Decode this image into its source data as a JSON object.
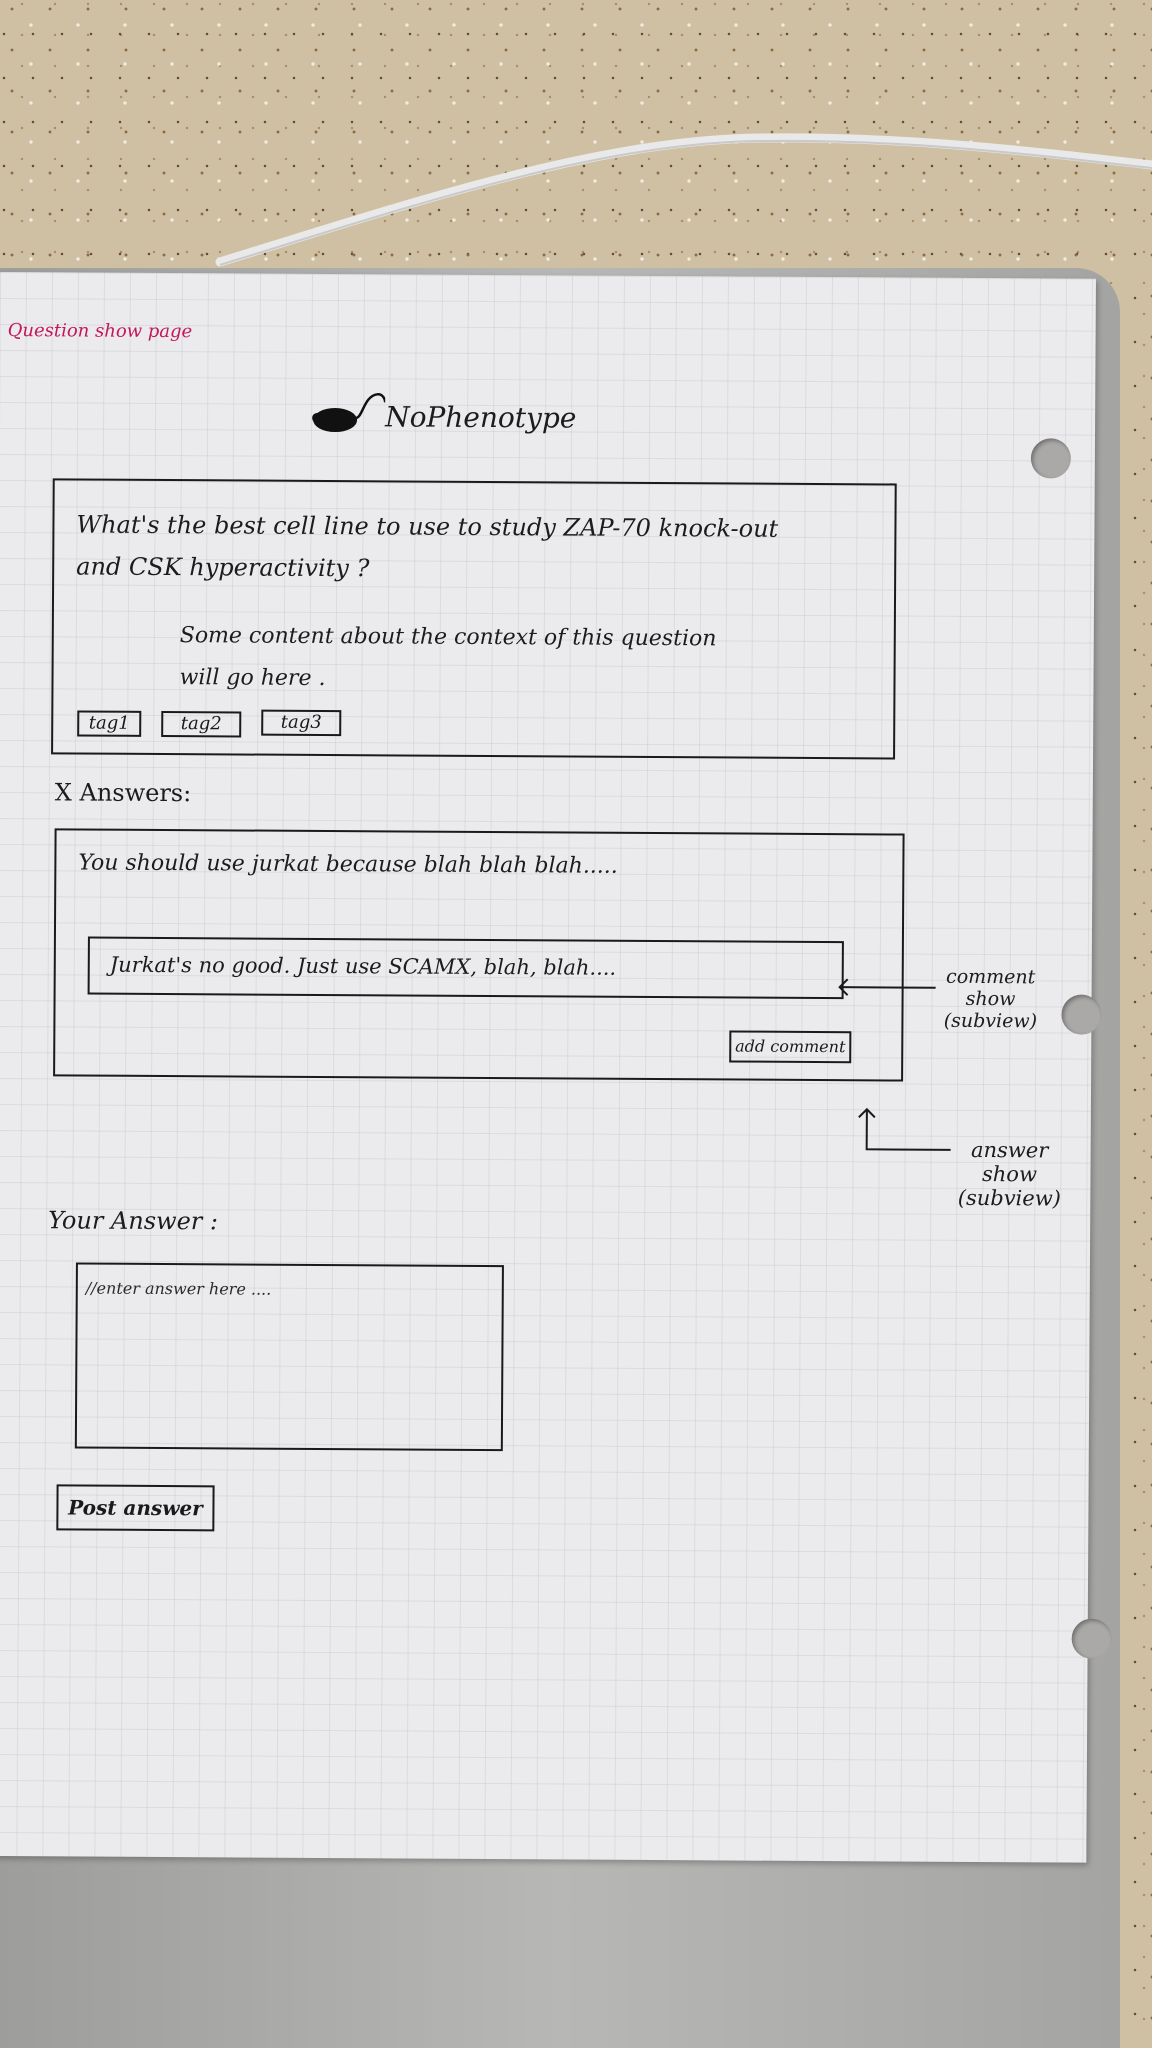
{
  "page_label": "Question show page",
  "brand": {
    "name": "NoPhenotype",
    "logo_icon": "mouse-icon"
  },
  "question": {
    "title_line1": "What's the best cell line to use to study ZAP-70 knock-out",
    "title_line2": "and CSK hyperactivity ?",
    "body_line1": "Some content about the context of this question",
    "body_line2": "will go here .",
    "tags": [
      "tag1",
      "tag2",
      "tag3"
    ]
  },
  "answers": {
    "heading": "X Answers:",
    "items": [
      {
        "body": "You should use jurkat because blah blah blah.....",
        "comments": [
          {
            "body": "Jurkat's no good. Just use SCAMX, blah, blah...."
          }
        ],
        "add_comment_label": "add comment"
      }
    ]
  },
  "annotations": {
    "comment_show_line1": "comment",
    "comment_show_line2": "show",
    "comment_show_line3": "(subview)",
    "answer_show_line1": "answer",
    "answer_show_line2": "show",
    "answer_show_line3": "(subview)"
  },
  "your_answer": {
    "heading": "Your Answer :",
    "placeholder": "//enter answer here ....",
    "submit_label": "Post answer"
  },
  "colors": {
    "ink": "#1a1a1a",
    "label_ink": "#c2185b",
    "paper": "#ebeaec"
  }
}
